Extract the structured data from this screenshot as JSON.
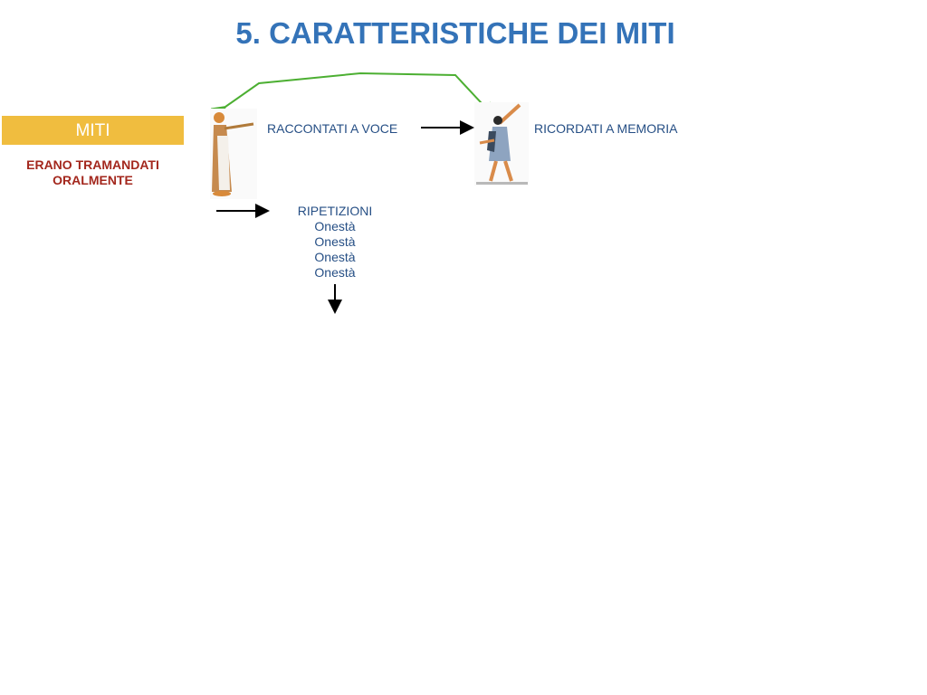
{
  "slide": {
    "title": "5. CARATTERISTICHE DEI MITI",
    "miti_label": "MITI",
    "transmission_line1": "ERANO TRAMANDATI",
    "transmission_line2": "ORALMENTE",
    "told_aloud": "RACCONTATI A VOCE",
    "remembered": "RICORDATI A MEMORIA",
    "repetitions": {
      "heading": "RIPETIZIONI",
      "items": [
        "Onestà",
        "Onestà",
        "Onestà",
        "Onestà"
      ]
    }
  },
  "colors": {
    "title": "#3473b8",
    "banner": "#f0bd3f",
    "red_text": "#a3271d",
    "blue_text": "#264f85",
    "green_arrow": "#4caf32"
  }
}
